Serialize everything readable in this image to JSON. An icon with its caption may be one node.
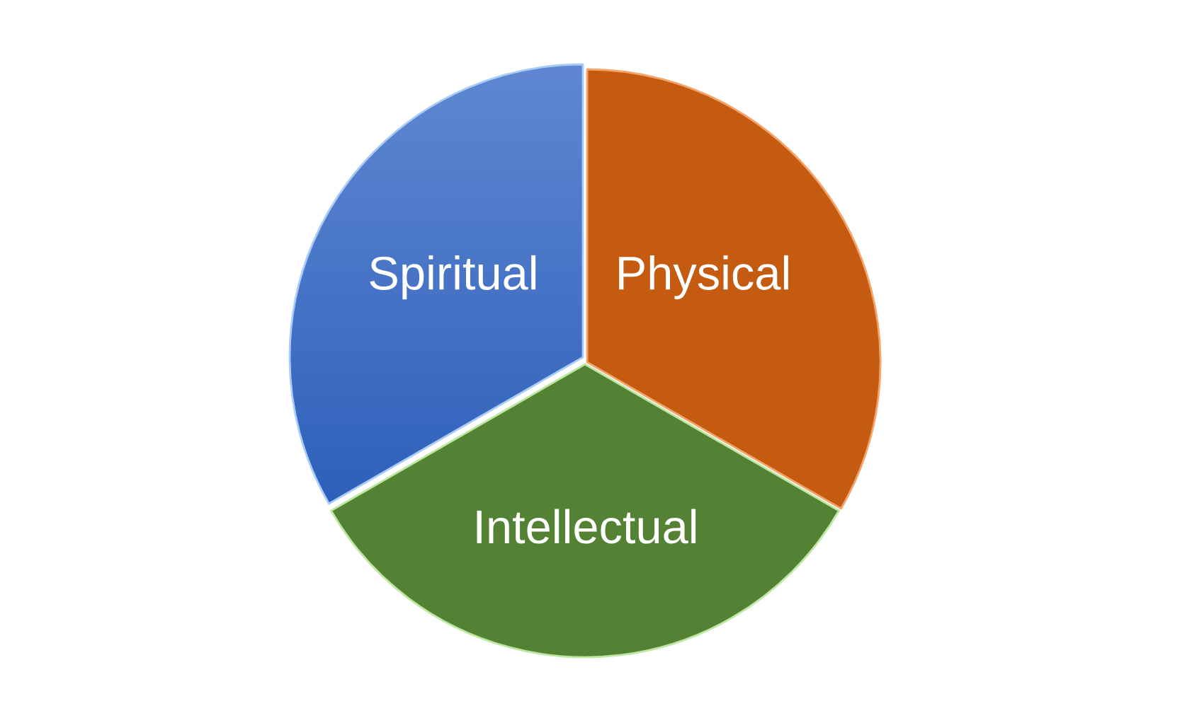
{
  "diagram": {
    "nodes": [
      {
        "text": [
          "Spiritual"
        ]
      },
      {
        "text": [
          "Physical"
        ]
      },
      {
        "text": [
          "Intellectual"
        ]
      }
    ]
  }
}
